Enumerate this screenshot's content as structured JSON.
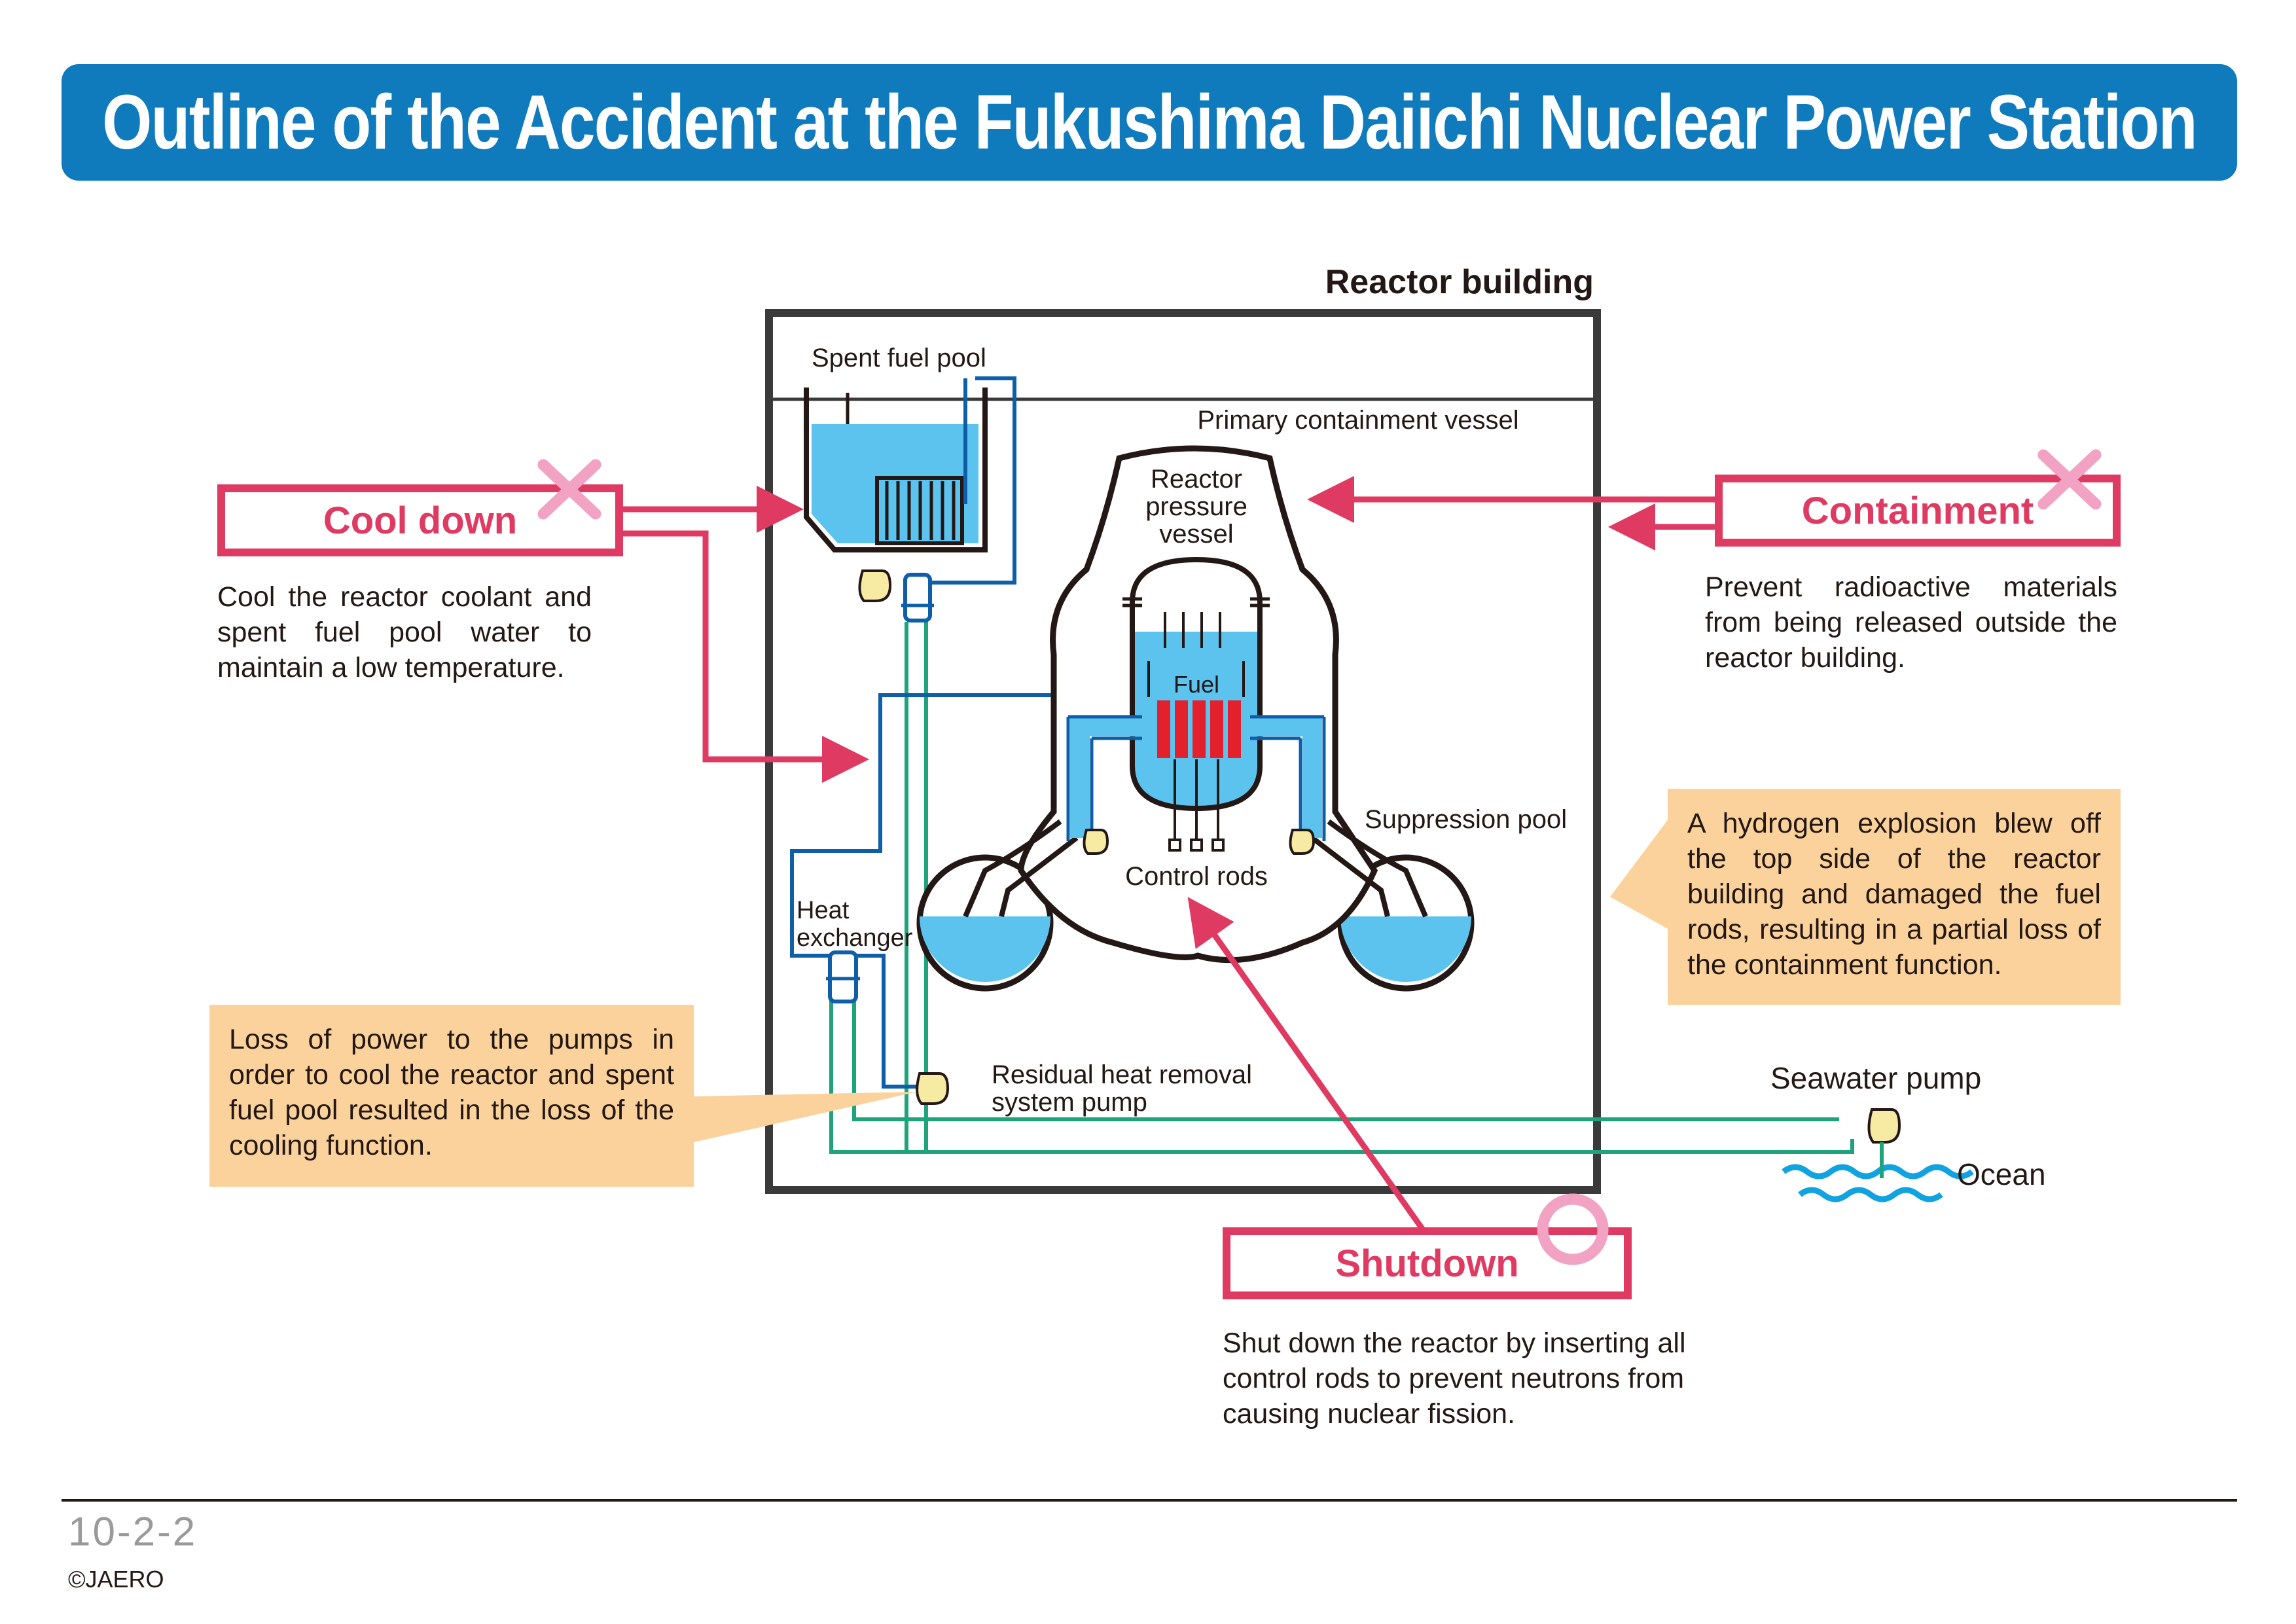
{
  "title": "Outline of the Accident at the Fukushima Daiichi Nuclear Power Station",
  "reactor_building_label": "Reactor building",
  "labels": {
    "spent_fuel_pool": "Spent fuel pool",
    "primary_containment_vessel": "Primary containment vessel",
    "reactor_pressure_vessel_1": "Reactor",
    "reactor_pressure_vessel_2": "pressure",
    "reactor_pressure_vessel_3": "vessel",
    "fuel": "Fuel",
    "suppression_pool": "Suppression pool",
    "control_rods": "Control rods",
    "heat_exchanger_1": "Heat",
    "heat_exchanger_2": "exchanger",
    "rhr_pump_1": "Residual heat removal",
    "rhr_pump_2": "system pump",
    "seawater_pump": "Seawater pump",
    "ocean": "Ocean"
  },
  "functions": {
    "cool_down": {
      "label": "Cool down",
      "status": "failed",
      "description": "Cool the reactor coolant and spent fuel pool water to maintain a low temperature."
    },
    "containment": {
      "label": "Containment",
      "status": "failed",
      "description": "Prevent radioactive materials from being released outside the reactor building."
    },
    "shutdown": {
      "label": "Shutdown",
      "status": "succeeded",
      "description": "Shut down the reactor by inserting all control rods to prevent neutrons from causing nuclear fission."
    }
  },
  "callouts": {
    "cooling_loss": "Loss of power to the pumps in order to cool the reactor and spent fuel pool resulted in the loss of the cooling function.",
    "hydrogen_explosion": "A hydrogen explosion blew off the top side of the reactor building and damaged the fuel rods, resulting in a partial loss of the containment function."
  },
  "footer": {
    "page_number": "10-2-2",
    "copyright": "©JAERO"
  },
  "colors": {
    "title_bar": "#0f7bbd",
    "function_red": "#df3a62",
    "fail_mark_pink": "#f2a3c3",
    "water_blue": "#5bc3ee",
    "pipe_blue": "#0e5fa8",
    "pipe_green": "#1ea37a",
    "callout_fill": "#fbd29b",
    "fuel_red": "#e3212d",
    "pump_yellow": "#f7eaa2"
  }
}
